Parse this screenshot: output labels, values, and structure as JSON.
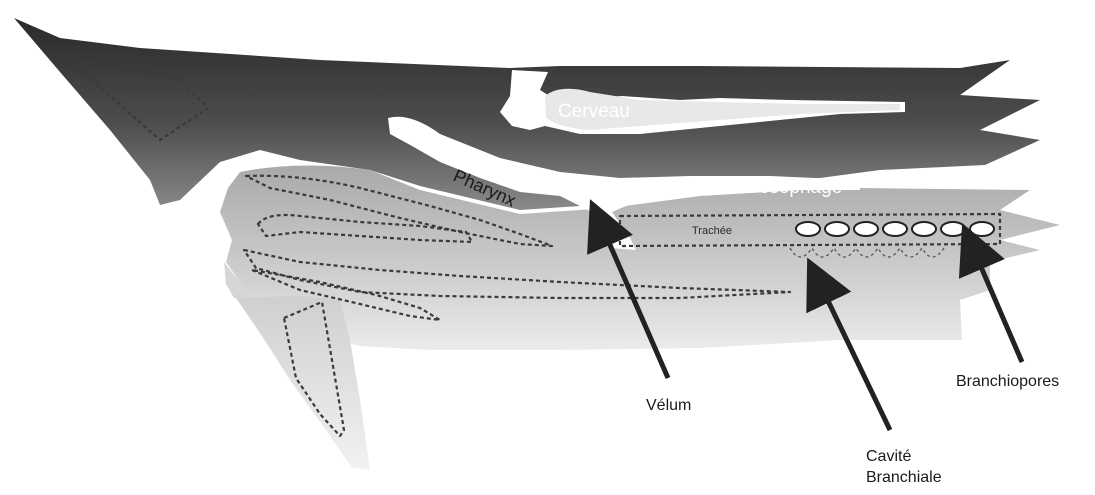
{
  "labels": {
    "cerveau": "Cerveau",
    "pharynx": "Pharynx",
    "oesophage": "Oesophage",
    "trachee": "Trachée",
    "velum": "Vélum",
    "cavite_line1": "Cavité",
    "cavite_line2": "Branchiale",
    "branchiopores": "Branchiopores"
  },
  "colors": {
    "upper_dark": "#2a2a2a",
    "upper_mid": "#6a6a6a",
    "lower_light": "#e4e4e4",
    "lower_mid": "#bdbdbd",
    "cavity_white": "#ffffff",
    "arrow": "#222222"
  }
}
